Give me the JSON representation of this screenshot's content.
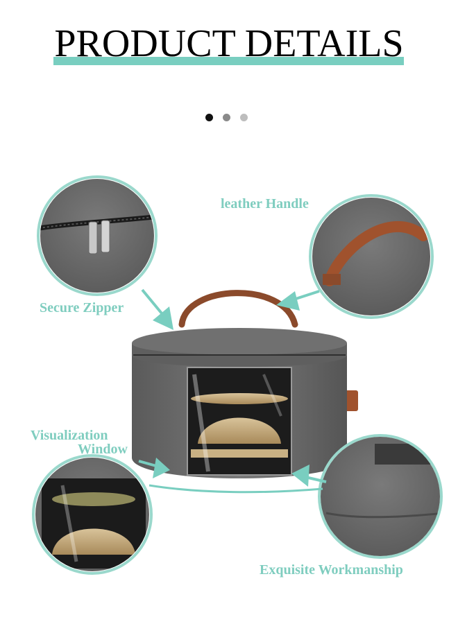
{
  "header": {
    "title": "PRODUCT DETAILS"
  },
  "carousel": {
    "dots": [
      {
        "state": "active",
        "color": "#111111"
      },
      {
        "state": "inactive",
        "color": "#8a8a8a"
      },
      {
        "state": "inactive",
        "color": "#bdbdbd"
      }
    ]
  },
  "callouts": {
    "leather_handle": "leather Handle",
    "secure_zipper": "Secure Zipper",
    "visualization_line1": "Visualization",
    "visualization_line2": "Window",
    "exquisite_workmanship": "Exquisite Workmanship"
  },
  "colors": {
    "accent": "#79cec0",
    "label": "#7fcdbf",
    "felt": "#6b6b6b",
    "leather": "#a0522d"
  }
}
